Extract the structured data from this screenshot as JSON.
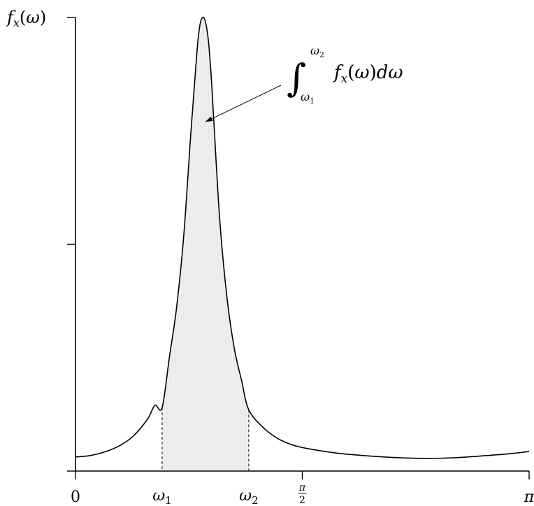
{
  "chart_data": {
    "type": "area",
    "title": "",
    "ylabel": "f_x(ω)",
    "xlabel": "",
    "xlim": [
      0,
      3.14159
    ],
    "ylim": [
      0,
      1
    ],
    "grid": false,
    "x_ticks": [
      {
        "value": 0,
        "label": "0",
        "kind": "plain"
      },
      {
        "value": 0.6,
        "label": "ω1",
        "kind": "sub",
        "base": "ω",
        "sub": "1"
      },
      {
        "value": 1.2,
        "label": "ω2",
        "kind": "sub",
        "base": "ω",
        "sub": "2"
      },
      {
        "value": 1.5708,
        "label": "π/2",
        "kind": "frac",
        "num": "π",
        "den": "2"
      },
      {
        "value": 3.14159,
        "label": "π",
        "kind": "plain"
      }
    ],
    "y_ticks": [
      0,
      0.5,
      1
    ],
    "shaded_interval": [
      0.6,
      1.2
    ],
    "annotation": {
      "text": "∫ω1ω2 fx(ω)dω",
      "integral": "∫",
      "lower": "ω",
      "lower_sub": "1",
      "upper": "ω",
      "upper_sub": "2",
      "body_f": "f",
      "body_sub": "x",
      "body_rest": "(ω)dω",
      "arrow_to": [
        0.9,
        0.77
      ]
    },
    "series": [
      {
        "x": [
          0,
          0.1,
          0.2,
          0.3,
          0.4,
          0.5,
          0.55,
          0.6,
          0.65,
          0.7,
          0.75,
          0.8,
          0.84,
          0.86,
          0.88,
          0.9,
          0.92,
          0.94,
          0.96,
          1.0,
          1.05,
          1.1,
          1.15,
          1.2,
          1.3,
          1.4,
          1.5,
          1.6,
          1.8,
          2.0,
          2.2,
          2.4,
          2.6,
          2.8,
          3.0,
          3.14159
        ],
        "y": [
          0.031,
          0.034,
          0.042,
          0.055,
          0.077,
          0.115,
          0.145,
          0.14,
          0.25,
          0.36,
          0.52,
          0.75,
          0.92,
          0.98,
          1.0,
          0.99,
          0.95,
          0.87,
          0.76,
          0.55,
          0.38,
          0.27,
          0.2,
          0.135,
          0.096,
          0.072,
          0.058,
          0.05,
          0.04,
          0.034,
          0.03,
          0.028,
          0.029,
          0.033,
          0.038,
          0.043
        ]
      }
    ]
  }
}
